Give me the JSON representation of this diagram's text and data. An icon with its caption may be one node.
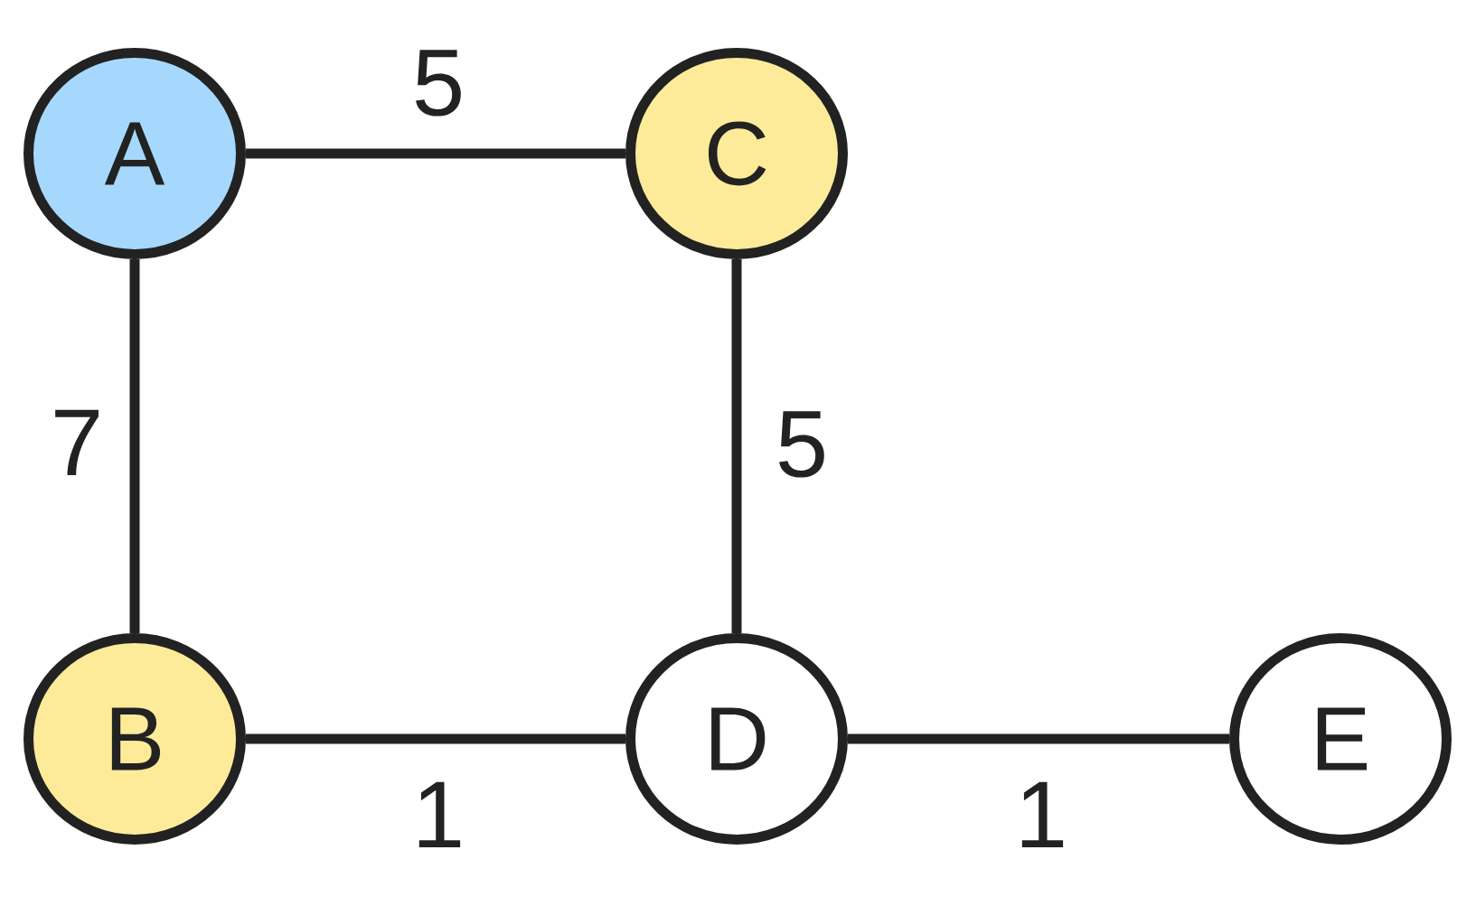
{
  "diagram": {
    "nodes": [
      {
        "text": [
          "A"
        ]
      },
      {
        "text": [
          "C"
        ]
      },
      {
        "text": [
          "B"
        ]
      },
      {
        "text": [
          "D"
        ]
      },
      {
        "text": [
          "E"
        ]
      }
    ],
    "edges": [
      {
        "from": 0,
        "to": 1,
        "arrow": "none",
        "label": "5"
      },
      {
        "from": 0,
        "to": 2,
        "arrow": "none",
        "label": "7"
      },
      {
        "from": 1,
        "to": 3,
        "arrow": "none",
        "label": "5"
      },
      {
        "from": 2,
        "to": 3,
        "arrow": "none",
        "label": "1"
      },
      {
        "from": 3,
        "to": 4,
        "arrow": "none",
        "label": "1"
      }
    ]
  }
}
